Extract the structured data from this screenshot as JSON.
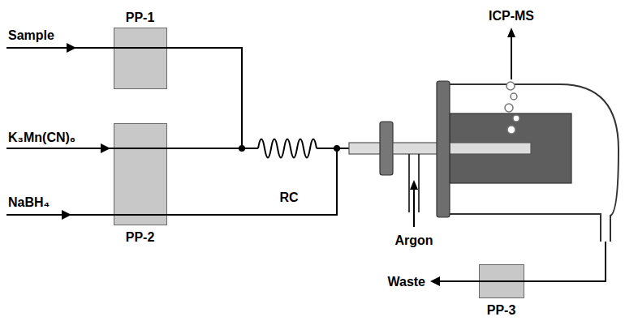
{
  "diagram": {
    "nodes": [
      {
        "text": [
          "PP-1"
        ]
      },
      {
        "text": [
          "PP-2"
        ]
      },
      {
        "text": [
          "PP-3"
        ]
      }
    ],
    "labels": [
      "Sample",
      "K₃Mn(CN)₆",
      "NaBH₄",
      "RC",
      "Argon",
      "Waste",
      "ICP-MS"
    ]
  }
}
